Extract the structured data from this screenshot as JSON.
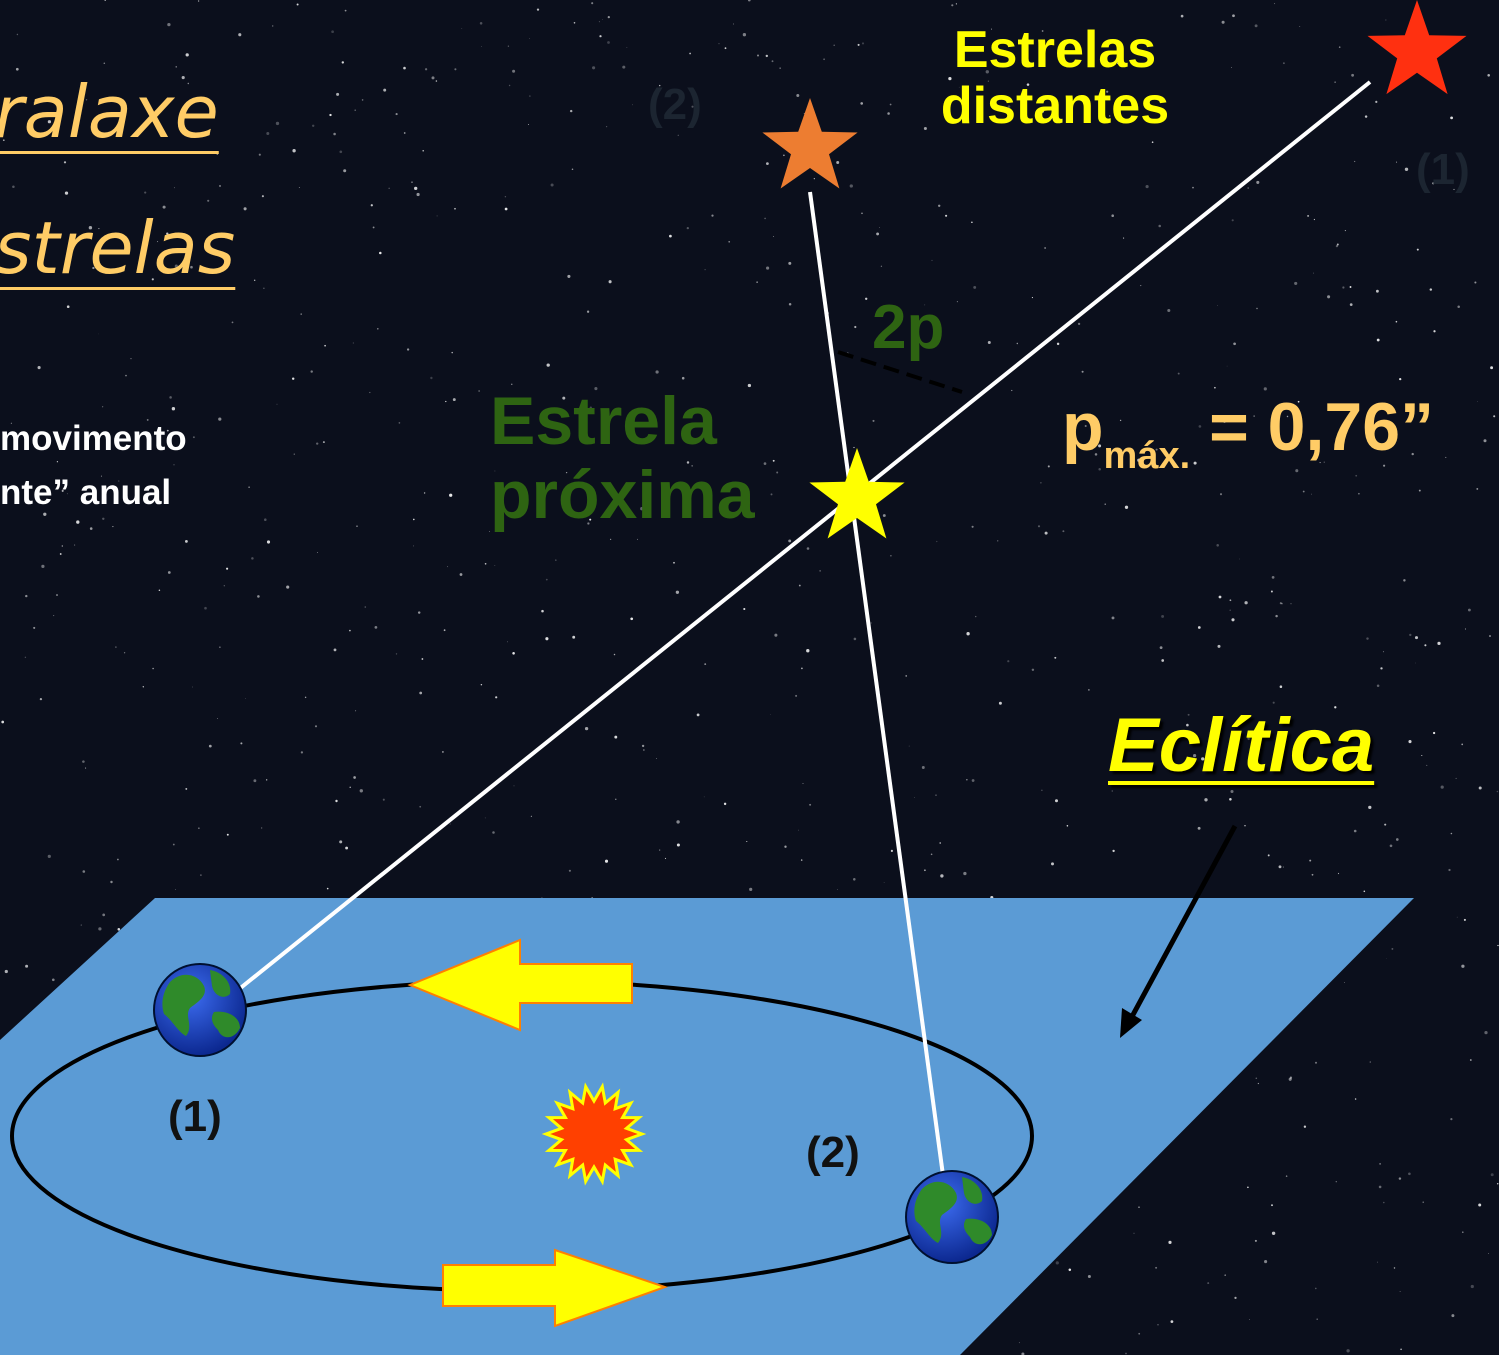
{
  "title": {
    "line1": "ralaxe",
    "line2": "strelas"
  },
  "description": {
    "line1": "movimento",
    "line2": "nte” anual"
  },
  "labels": {
    "distant_stars": [
      "Estrelas",
      "distantes"
    ],
    "nearby_star": [
      "Estrela",
      "próxima"
    ],
    "angle": "2p",
    "pmax_symbol": "p",
    "pmax_sub": "máx.",
    "pmax_value": " = 0,76”",
    "ecliptic": "Eclítica",
    "star1_marker": "(1)",
    "star2_marker": "(2)",
    "earth1_marker": "(1)",
    "earth2_marker": "(2)"
  },
  "colors": {
    "sky": "#0b0f1c",
    "ecliptic_plane": "#5b9bd5",
    "distant_star_1": "#ff3010",
    "distant_star_2": "#ed7d31",
    "nearby_star": "#ffff00",
    "sun": "#ff4000",
    "arrows": "#ffff00",
    "title": "#ffcc66",
    "green_text": "#2e6412"
  },
  "icons": {
    "sun": "sun-icon",
    "earth": "earth-icon",
    "star": "star-icon"
  }
}
